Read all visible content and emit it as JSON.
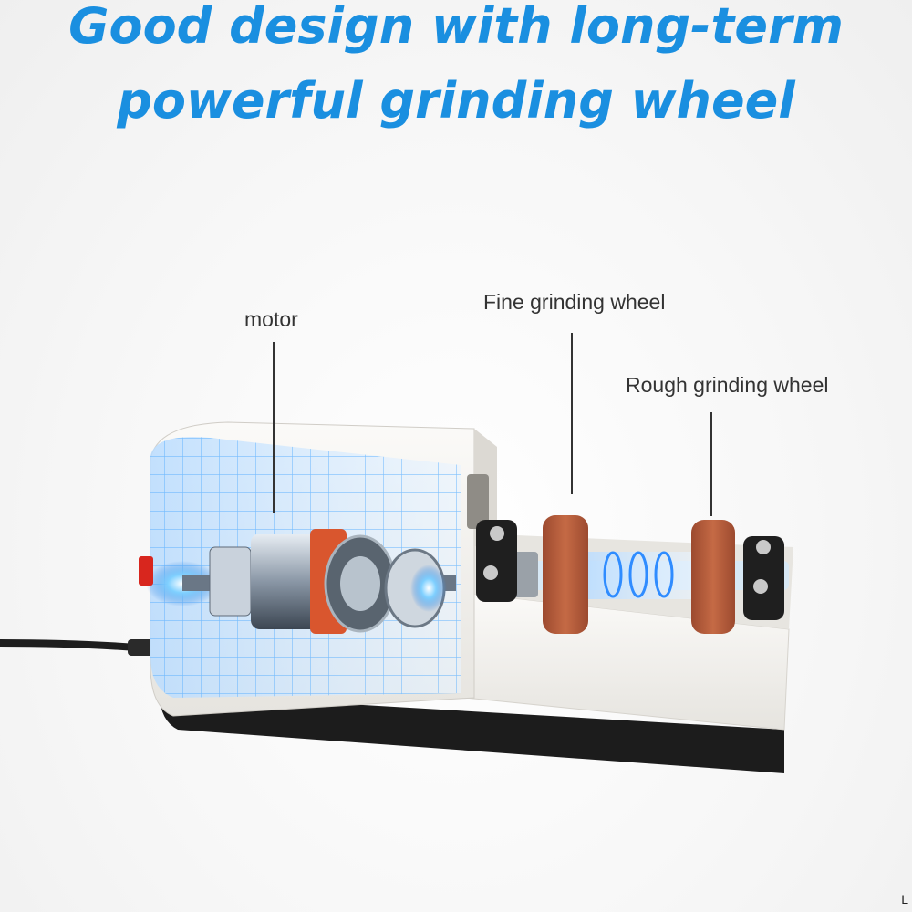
{
  "headline": {
    "line1": "Good design with long-term",
    "line2": "powerful grinding wheel"
  },
  "callouts": {
    "motor": "motor",
    "fine_wheel": "Fine  grinding  wheel",
    "rough_wheel": "Rough grinding wheel"
  },
  "corner_mark": "L",
  "colors": {
    "headline": "#1a8fe0",
    "body": "#f2f1ee",
    "base_strip": "#1c1c1c",
    "wheel": "#b9603e",
    "hologram": "#3aa0ff"
  }
}
